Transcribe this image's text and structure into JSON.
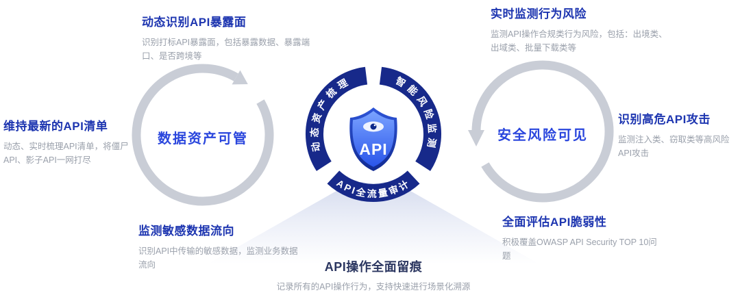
{
  "diagram": {
    "center": {
      "shield_label": "API",
      "arc_top_left": "动态资产梳理",
      "arc_top_right": "智能风险监测",
      "arc_bottom": "API全流量审计"
    },
    "left_cycle_label": "数据资产可管",
    "right_cycle_label": "安全风险可见",
    "sections": {
      "top_left": {
        "title": "动态识别API暴露面",
        "body": "识别打标API暴露面，包括暴露数据、暴露端口、是否跨境等"
      },
      "left": {
        "title": "维持最新的API清单",
        "body": "动态、实时梳理API清单，将僵尸API、影子API一网打尽"
      },
      "bottom_left": {
        "title": "监测敏感数据流向",
        "body": "识别API中传输的敏感数据，监测业务数据流向"
      },
      "top_right": {
        "title": "实时监测行为风险",
        "body": "监测API操作合规类行为风险，包括：出境类、出域类、批量下载类等"
      },
      "right": {
        "title": "识别高危API攻击",
        "body": "监测注入类、窃取类等高风险API攻击"
      },
      "bottom_right": {
        "title": "全面评估API脆弱性",
        "body": "积极覆盖OWASP API Security TOP 10问题"
      },
      "bottom_center": {
        "title": "API操作全面留痕",
        "body": "记录所有的API操作行为，支持快速进行场景化溯源"
      }
    },
    "colors": {
      "heading_blue": "#1d35b0",
      "cycle_label_blue": "#2a46dd",
      "ring_navy": "#17298a",
      "shield_blue": "#2f5be8",
      "body_gray": "#9aa0ab",
      "arrow_gray": "#c9cdd6"
    }
  }
}
